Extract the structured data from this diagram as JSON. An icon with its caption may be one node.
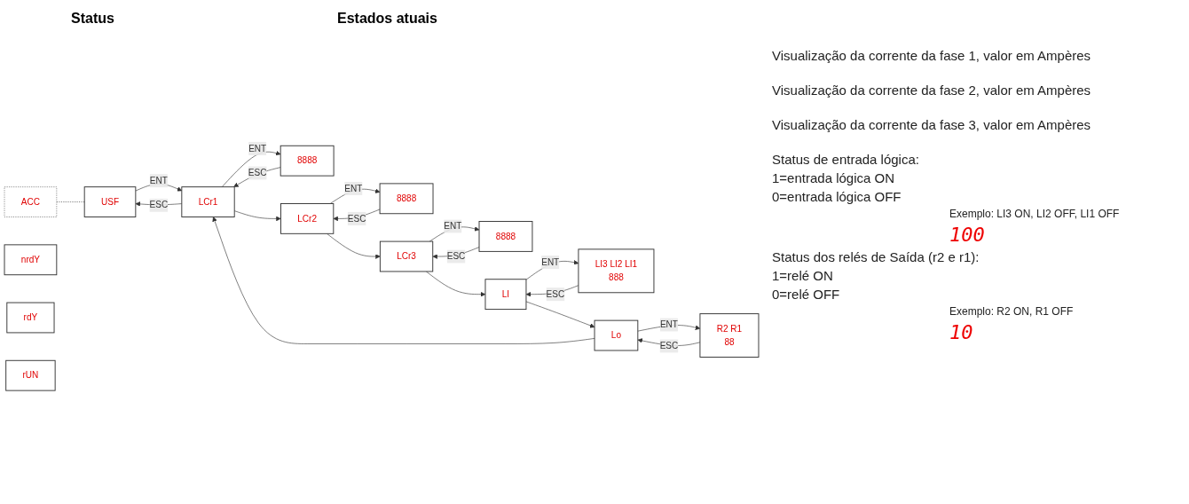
{
  "diagram": {
    "nodes": [
      {
        "text": [
          "ACC"
        ]
      },
      {
        "text": [
          "USF"
        ]
      },
      {
        "text": [
          "nrdY"
        ]
      },
      {
        "text": [
          "rdY"
        ]
      },
      {
        "text": [
          "rUN"
        ]
      },
      {
        "text": [
          "LCr1"
        ]
      },
      {
        "text": [
          "8888"
        ]
      },
      {
        "text": [
          "LCr2"
        ]
      },
      {
        "text": [
          "8888"
        ]
      },
      {
        "text": [
          "LCr3"
        ]
      },
      {
        "text": [
          "8888"
        ]
      },
      {
        "text": [
          "LI"
        ]
      },
      {
        "text": [
          "LI3 LI2 LI1",
          "888"
        ]
      },
      {
        "text": [
          "Lo"
        ]
      },
      {
        "text": [
          "R2 R1",
          "88"
        ]
      }
    ],
    "edges": [
      {
        "from": 0,
        "to": 1,
        "arrow": "none",
        "style": "dashed"
      },
      {
        "from": 1,
        "to": 5,
        "arrow": "to",
        "label": "ENT"
      },
      {
        "from": 5,
        "to": 1,
        "arrow": "to",
        "label": "ESC"
      },
      {
        "from": 5,
        "to": 6,
        "arrow": "to",
        "label": "ENT"
      },
      {
        "from": 6,
        "to": 5,
        "arrow": "to",
        "label": "ESC"
      },
      {
        "from": 5,
        "to": 7,
        "arrow": "to"
      },
      {
        "from": 7,
        "to": 8,
        "arrow": "to",
        "label": "ENT"
      },
      {
        "from": 8,
        "to": 7,
        "arrow": "to",
        "label": "ESC"
      },
      {
        "from": 7,
        "to": 9,
        "arrow": "to"
      },
      {
        "from": 9,
        "to": 10,
        "arrow": "to",
        "label": "ENT"
      },
      {
        "from": 10,
        "to": 9,
        "arrow": "to",
        "label": "ESC"
      },
      {
        "from": 9,
        "to": 11,
        "arrow": "to"
      },
      {
        "from": 11,
        "to": 12,
        "arrow": "to",
        "label": "ENT"
      },
      {
        "from": 12,
        "to": 11,
        "arrow": "to",
        "label": "ESC"
      },
      {
        "from": 11,
        "to": 13,
        "arrow": "to"
      },
      {
        "from": 13,
        "to": 14,
        "arrow": "to",
        "label": "ENT"
      },
      {
        "from": 14,
        "to": 13,
        "arrow": "to",
        "label": "ESC"
      },
      {
        "from": 13,
        "to": 5,
        "arrow": "to"
      }
    ],
    "labels": [
      "Status",
      "Estados atuais",
      "Visualização da corrente da fase 1, valor em Ampères",
      "Visualização da corrente da fase 2, valor em Ampères",
      "Visualização da corrente da fase 3, valor em Ampères",
      "Status de entrada lógica:",
      "1=entrada lógica ON",
      "0=entrada lógica OFF",
      "Exemplo: LI3 ON, LI2 OFF, LI1 OFF",
      "100",
      "Status dos relés de Saída (r2 e r1):",
      "1=relé ON",
      "0=relé OFF",
      "Exemplo: R2 ON, R1 OFF",
      "10"
    ]
  }
}
